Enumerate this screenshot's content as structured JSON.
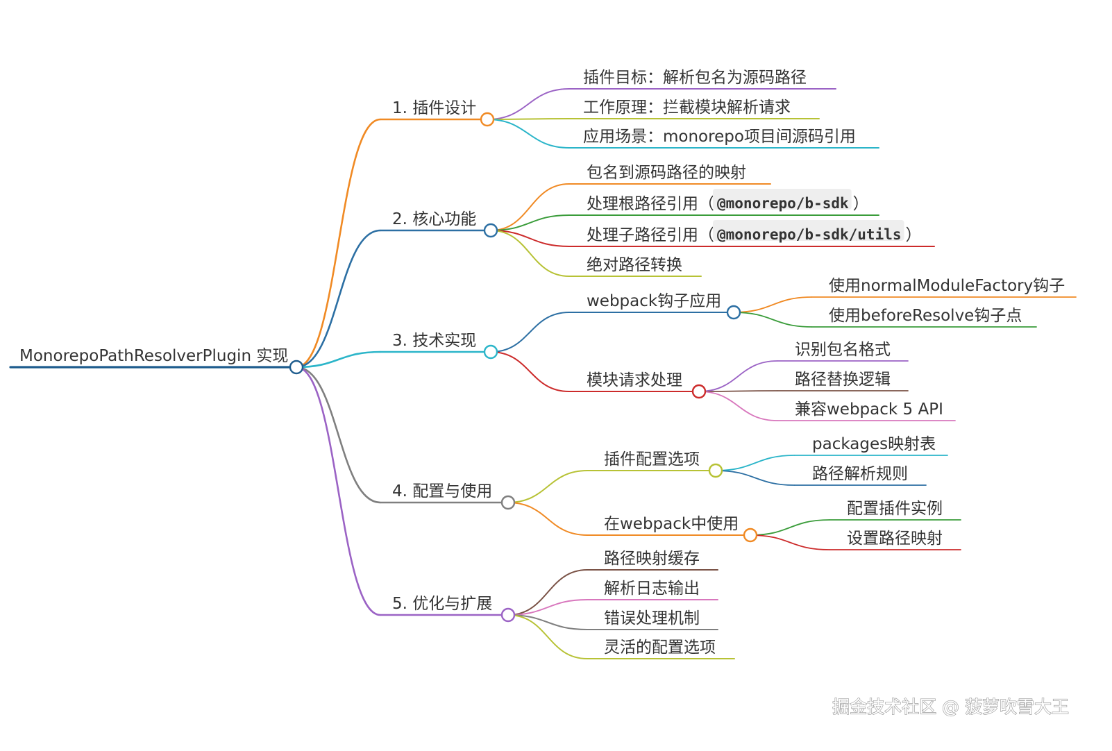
{
  "mindmap": {
    "root": {
      "label": "MonorepoPathResolverPlugin 实现",
      "color": "#1f5d8e"
    },
    "branches": [
      {
        "label": "1. 插件设计",
        "color": "#f08a24",
        "children": [
          {
            "label": "插件目标：解析包名为源码路径",
            "color": "#9b63c5"
          },
          {
            "label": "工作原理：拦截模块解析请求",
            "color": "#b7c235"
          },
          {
            "label": "应用场景：monorepo项目间源码引用",
            "color": "#2bb5c9"
          }
        ]
      },
      {
        "label": "2. 核心功能",
        "color": "#2c6fa3",
        "children": [
          {
            "label": "包名到源码路径的映射",
            "color": "#f08a24"
          },
          {
            "label": "处理根路径引用",
            "code": "@monorepo/b-sdk",
            "open": "（",
            "close": "）",
            "color": "#3a9c3a"
          },
          {
            "label": "处理子路径引用",
            "code": "@monorepo/b-sdk/utils",
            "open": "（",
            "close": "）",
            "color": "#cc2b2b"
          },
          {
            "label": "绝对路径转换",
            "color": "#b7c235"
          }
        ]
      },
      {
        "label": "3. 技术实现",
        "color": "#2bb5c9",
        "children": [
          {
            "label": "webpack钩子应用",
            "color": "#2c6fa3",
            "children": [
              {
                "label": "使用normalModuleFactory钩子",
                "color": "#f08a24"
              },
              {
                "label": "使用beforeResolve钩子点",
                "color": "#3a9c3a"
              }
            ]
          },
          {
            "label": "模块请求处理",
            "color": "#cc2b2b",
            "children": [
              {
                "label": "识别包名格式",
                "color": "#9b63c5"
              },
              {
                "label": "路径替换逻辑",
                "color": "#7a5246"
              },
              {
                "label": "兼容webpack 5 API",
                "color": "#d877bd"
              }
            ]
          }
        ]
      },
      {
        "label": "4. 配置与使用",
        "color": "#7f7f7f",
        "children": [
          {
            "label": "插件配置选项",
            "color": "#b7c235",
            "children": [
              {
                "label": "packages映射表",
                "color": "#2bb5c9"
              },
              {
                "label": "路径解析规则",
                "color": "#2c6fa3"
              }
            ]
          },
          {
            "label": "在webpack中使用",
            "color": "#f08a24",
            "children": [
              {
                "label": "配置插件实例",
                "color": "#3a9c3a"
              },
              {
                "label": "设置路径映射",
                "color": "#cc2b2b"
              }
            ]
          }
        ]
      },
      {
        "label": "5. 优化与扩展",
        "color": "#9b63c5",
        "children": [
          {
            "label": "路径映射缓存",
            "color": "#7a5246"
          },
          {
            "label": "解析日志输出",
            "color": "#d877bd"
          },
          {
            "label": "错误处理机制",
            "color": "#7f7f7f"
          },
          {
            "label": "灵活的配置选项",
            "color": "#b7c235"
          }
        ]
      }
    ]
  },
  "watermark": "掘金技术社区 @ 菠萝吹雪大王"
}
